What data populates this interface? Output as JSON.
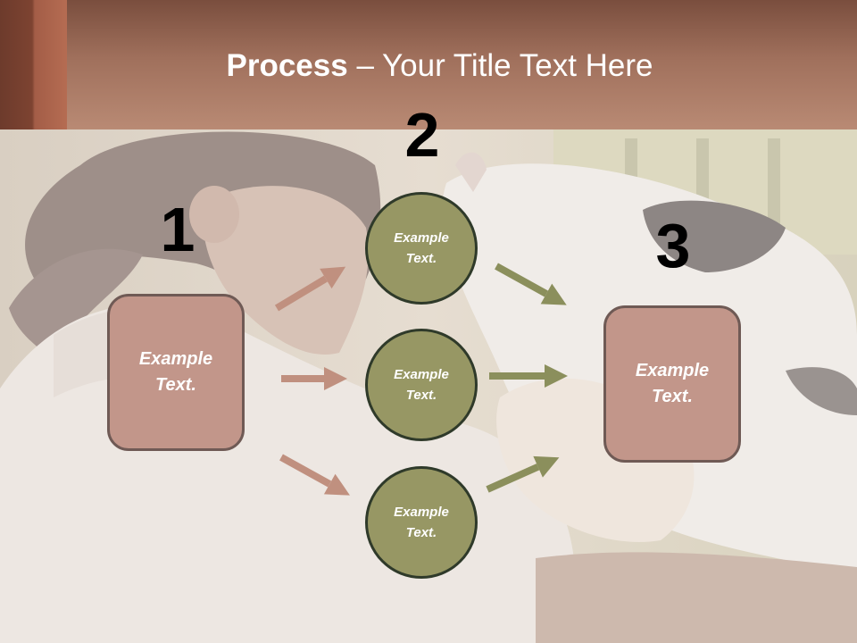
{
  "slide": {
    "title_bold": "Process",
    "title_rest": " – Your Title Text Here"
  },
  "steps": [
    {
      "number": "1",
      "label": "Example Text."
    },
    {
      "number": "2",
      "labels": [
        "Example Text.",
        "Example Text.",
        "Example Text."
      ]
    },
    {
      "number": "3",
      "label": "Example Text."
    }
  ],
  "colors": {
    "header": "#a0705c",
    "box_fill": "#c2968a",
    "circle_fill": "#979764",
    "arrow_left": "#c0907f",
    "arrow_right": "#8b8f5c"
  }
}
